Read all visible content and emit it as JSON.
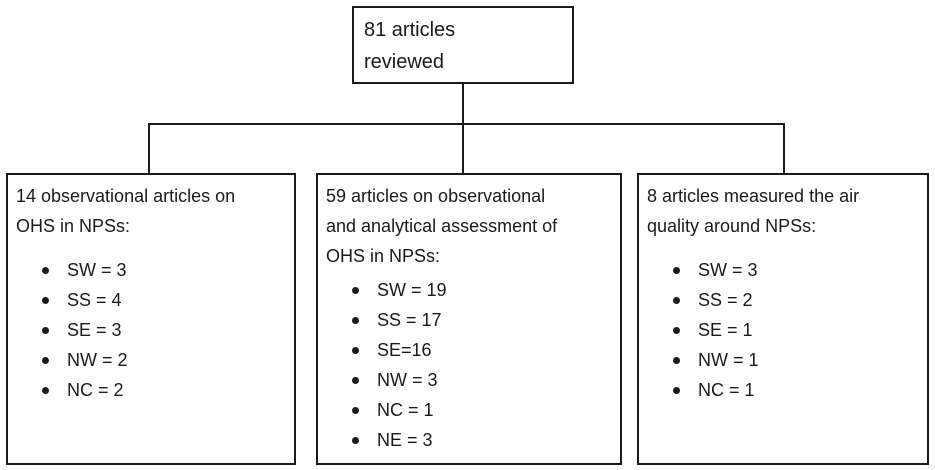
{
  "root": {
    "label": "81 articles\nreviewed"
  },
  "boxes": [
    {
      "heading": "14 observational articles on\nOHS in NPSs:",
      "items": [
        "SW = 3",
        "SS = 4",
        "SE = 3",
        "NW = 2",
        "NC = 2"
      ]
    },
    {
      "heading": "59 articles on observational\nand analytical assessment of\nOHS in NPSs:",
      "items": [
        "SW = 19",
        "SS = 17",
        "SE=16",
        "NW = 3",
        "NC = 1",
        "NE = 3"
      ]
    },
    {
      "heading": "8 articles measured the air\nquality around NPSs:",
      "items": [
        "SW = 3",
        "SS = 2",
        "SE = 1",
        "NW = 1",
        "NC = 1"
      ]
    }
  ]
}
